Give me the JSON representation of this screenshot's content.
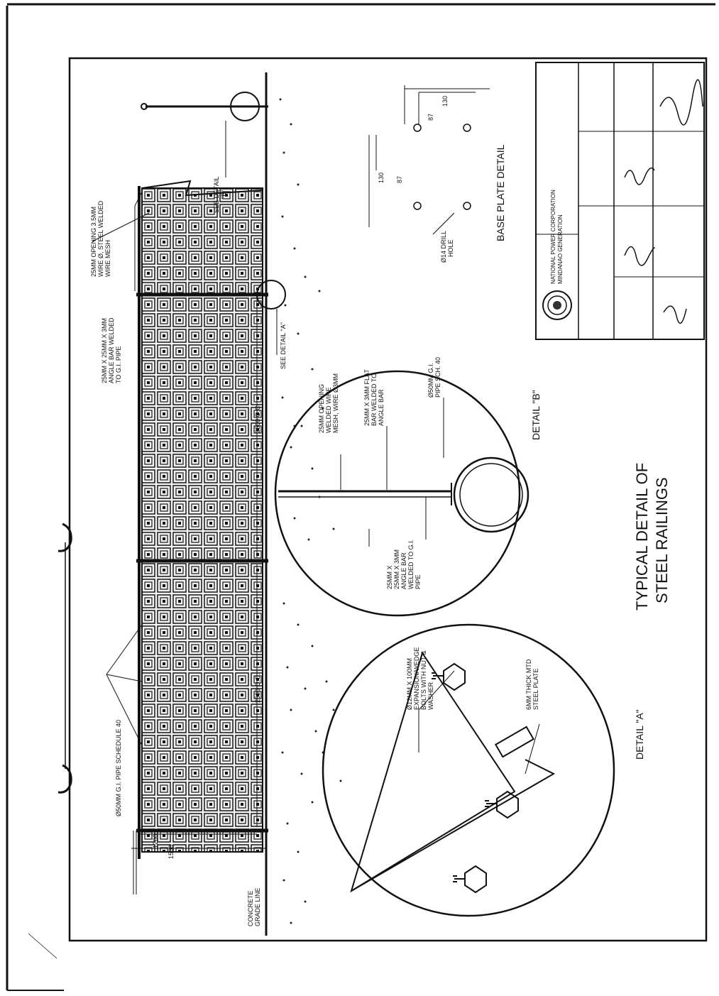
{
  "title": {
    "line1": "TYPICAL DETAIL OF",
    "line2": "STEEL RAILINGS"
  },
  "elevation": {
    "pipe_label": "Ø50MM G.I. PIPE SCHEDULE 40",
    "angle_label": [
      "25MM X 25MM X 3MM",
      "ANGLE BAR WELDED",
      "TO G.I. PIPE"
    ],
    "mesh_label": [
      "25MM OPENING 3.5MM",
      "WIRE Ø, STEEL WELDED",
      "WIRE MESH"
    ],
    "see_detail_a": "SEE DETAIL \"A\"",
    "see_detail_b": [
      "SEE DETAIL",
      "\"B\""
    ],
    "spacing_left": "2500 O.C.",
    "spacing_right": "2500 O.C.",
    "dim_1200": "1200",
    "dim_1500": "1500",
    "ground_label": [
      "CONCRETE",
      "GRADE LINE"
    ]
  },
  "base_plate": {
    "title": "BASE PLATE DETAIL",
    "dim_130a": "130",
    "dim_87a": "87",
    "dim_130b": "130",
    "dim_87b": "87",
    "drill_label": [
      "Ø14 DRILL",
      "HOLE"
    ]
  },
  "detail_b": {
    "title": "DETAIL \"B\"",
    "mesh_label": [
      "25MM OPENING",
      "WELDED WIRE",
      "MESH, WIRE Ø3MM"
    ],
    "flat_bar_label": [
      "25MM X 3MM FLAT",
      "BAR WELDED TO",
      "ANGLE BAR"
    ],
    "pipe_label": [
      "Ø50MM G.I.",
      "PIPE SCH. 40"
    ],
    "angle_label": [
      "25MM X",
      "25MM X 3MM",
      "ANGLE BAR",
      "WELDED TO G.I.",
      "PIPE"
    ]
  },
  "detail_a": {
    "title": "DETAIL \"A\"",
    "bolt_label": [
      "Ø12MM X 100MM",
      "EXPANSION/WEDGE",
      "BOLTS WITH NUT &",
      "WASHER"
    ],
    "plate_label": [
      "6MM THICK MTD",
      "STEEL PLATE"
    ]
  },
  "title_block": {
    "org_line1": "NATIONAL POWER CORPORATION",
    "org_line2": "MINDANAO GENERATION"
  }
}
